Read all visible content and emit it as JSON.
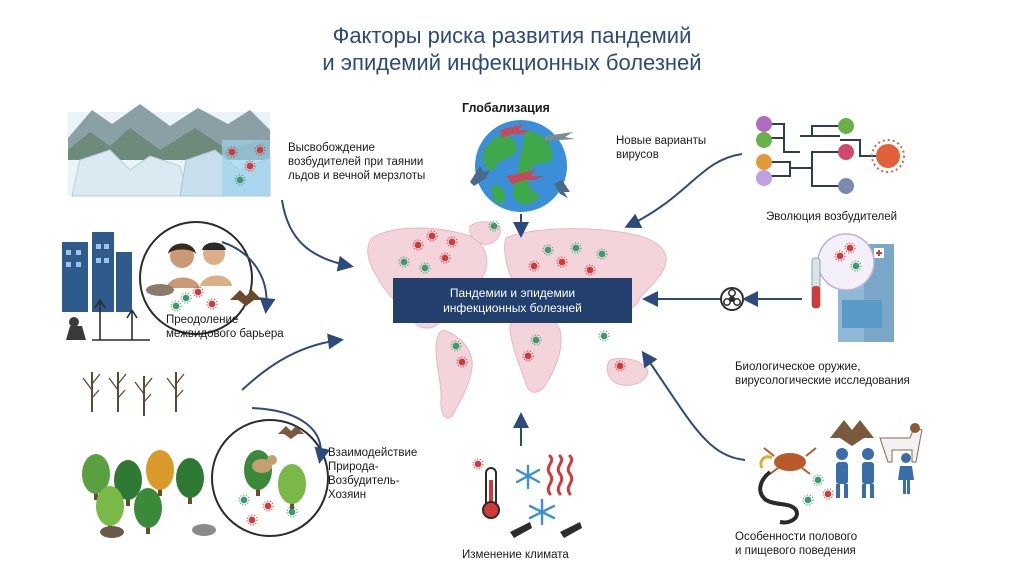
{
  "title": {
    "line1": "Факторы риска развития пандемий",
    "line2": "и эпидемий инфекционных болезней"
  },
  "center": {
    "line1": "Пандемии и эпидемии",
    "line2": "инфекционных болезней"
  },
  "factors": {
    "ice": {
      "lines": [
        "Высвобождение",
        "возбудителей при таянии",
        "льдов и вечной мерзлоты"
      ]
    },
    "globalization": {
      "label": "Глобализация"
    },
    "variants": {
      "lines": [
        "Новые варианты",
        "вирусов"
      ]
    },
    "evolution": {
      "label": "Эволюция возбудителей"
    },
    "barrier": {
      "lines": [
        "Преодоление",
        "межвидового барьера"
      ]
    },
    "bioweapon": {
      "lines": [
        "Биологическое оружие,",
        "вирусологические исследования"
      ]
    },
    "interaction": {
      "lines": [
        "Взаимодействие",
        "Природа-",
        "Возбудитель-",
        "Хозяин"
      ]
    },
    "behavior": {
      "lines": [
        "Особенности полового",
        "и пищевого поведения"
      ]
    },
    "climate": {
      "label": "Изменение климата"
    }
  },
  "colors": {
    "title": "#2c4a7c",
    "center_box": "#233f6e",
    "arrow": "#2c4a7c",
    "map": "#f3d4da",
    "virus_green": "#3e9a6e",
    "virus_red": "#d03a3a"
  },
  "icons": [
    "globe-icon",
    "airplane-icon",
    "biohazard-icon",
    "thermometer-icon",
    "snowflake-icon",
    "heat-waves-icon",
    "hospital-icon",
    "virus-icon",
    "tree-icon",
    "building-icon",
    "snake-icon",
    "crab-icon",
    "bat-icon",
    "dog-icon",
    "people-icon"
  ]
}
